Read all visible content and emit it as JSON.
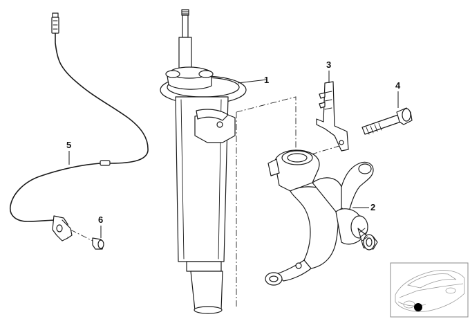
{
  "diagram": {
    "callouts": [
      {
        "id": "strut",
        "label": "1"
      },
      {
        "id": "knuckle",
        "label": "2"
      },
      {
        "id": "bracket",
        "label": "3"
      },
      {
        "id": "bolt",
        "label": "4"
      },
      {
        "id": "sensor-cable",
        "label": "5"
      },
      {
        "id": "sensor-screw",
        "label": "6"
      }
    ]
  },
  "colors": {
    "line": "#1a1a1a",
    "thumbnail_line": "#9a9a9a",
    "marker": "#000000"
  }
}
